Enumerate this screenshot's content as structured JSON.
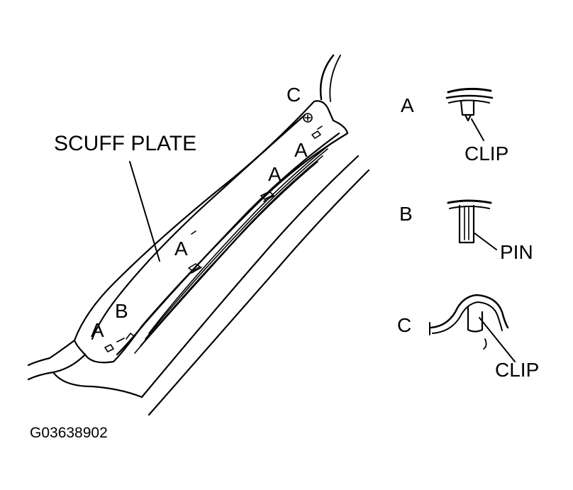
{
  "labels": {
    "scuff_plate": "SCUFF PLATE",
    "marker_a": "A",
    "marker_b": "B",
    "marker_c": "C",
    "clip": "CLIP",
    "pin": "PIN",
    "figure_id": "G03638902"
  },
  "colors": {
    "ink": "#000000",
    "paper": "#ffffff"
  }
}
